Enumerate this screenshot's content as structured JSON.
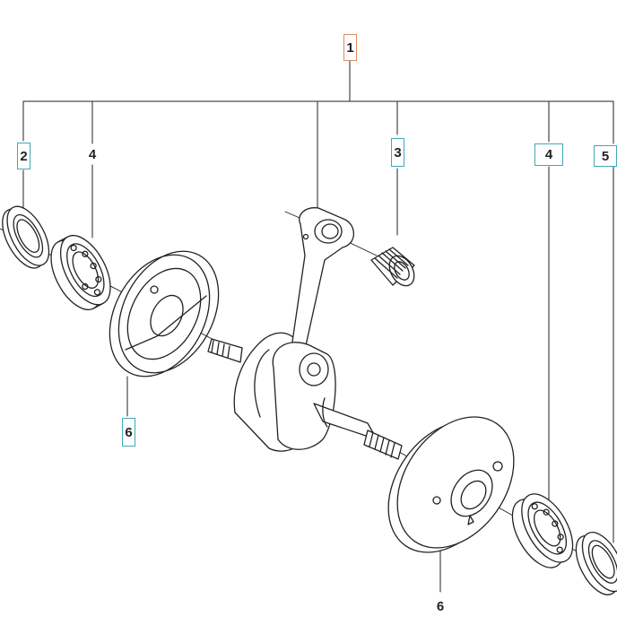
{
  "callouts": {
    "assembly": "1",
    "seal_left": "2",
    "bearing_left": "4",
    "needle_bearing": "3",
    "bearing_right": "4",
    "seal_right": "5",
    "flywheel_left": "6",
    "flywheel_right": "6"
  },
  "colors": {
    "line": "#222222",
    "callout_box_primary": "#e08a5a",
    "callout_box_secondary": "#3fa9b8"
  }
}
